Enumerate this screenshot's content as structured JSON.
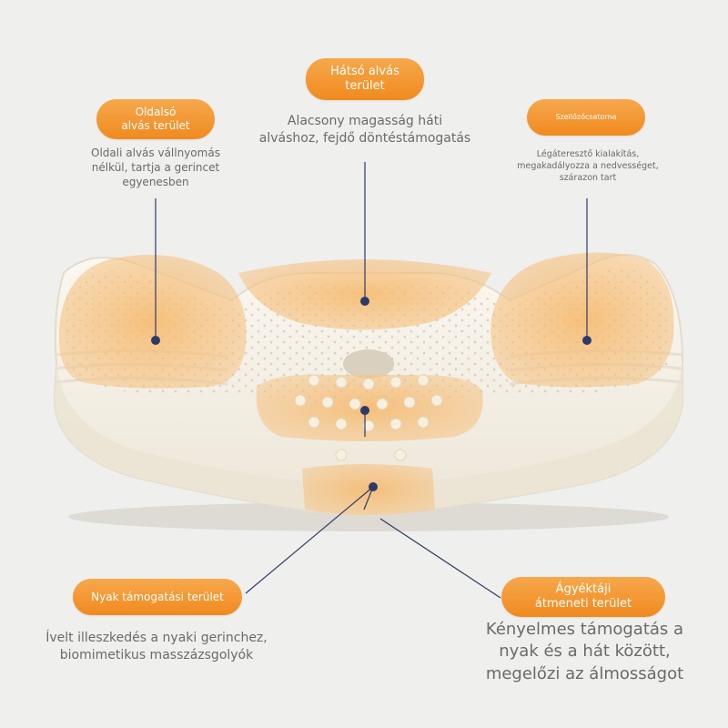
{
  "zones": {
    "back": {
      "label": [
        "Hátsó alvás",
        "terület"
      ],
      "desc": [
        "Alacsony magasság háti",
        "alváshoz, fejdő döntéstámogatás"
      ]
    },
    "side": {
      "label": [
        "Oldalsó",
        "alvás terület"
      ],
      "desc": [
        "Oldali alvás vállnyomás",
        "nélkül, tartja a gerincet",
        "egyenesben"
      ]
    },
    "vent": {
      "label": [
        "Szellőzőcsatorna"
      ],
      "desc": [
        "Légáteresztő kialakítás,",
        "megakadályozza a nedvességet,",
        "szárazon tart"
      ]
    },
    "neck": {
      "label": [
        "Nyak támogatási terület"
      ],
      "desc": [
        "Ívelt illeszkedés a nyaki gerinchez,",
        "biomimetikus masszázsgolyók"
      ]
    },
    "lumbar": {
      "label": [
        "Ágyéktáji",
        "átmeneti terület"
      ],
      "desc": [
        "Kényelmes támogatás a",
        "nyak és a hát között,",
        "megelőzi az álmosságot"
      ]
    }
  },
  "colors": {
    "accent": "#f08a1f",
    "accent_light": "#f6a84c",
    "line": "#2e3a66",
    "text": "#6a6a6a",
    "background": "#efefed",
    "pillow": "#f7f3e9"
  }
}
